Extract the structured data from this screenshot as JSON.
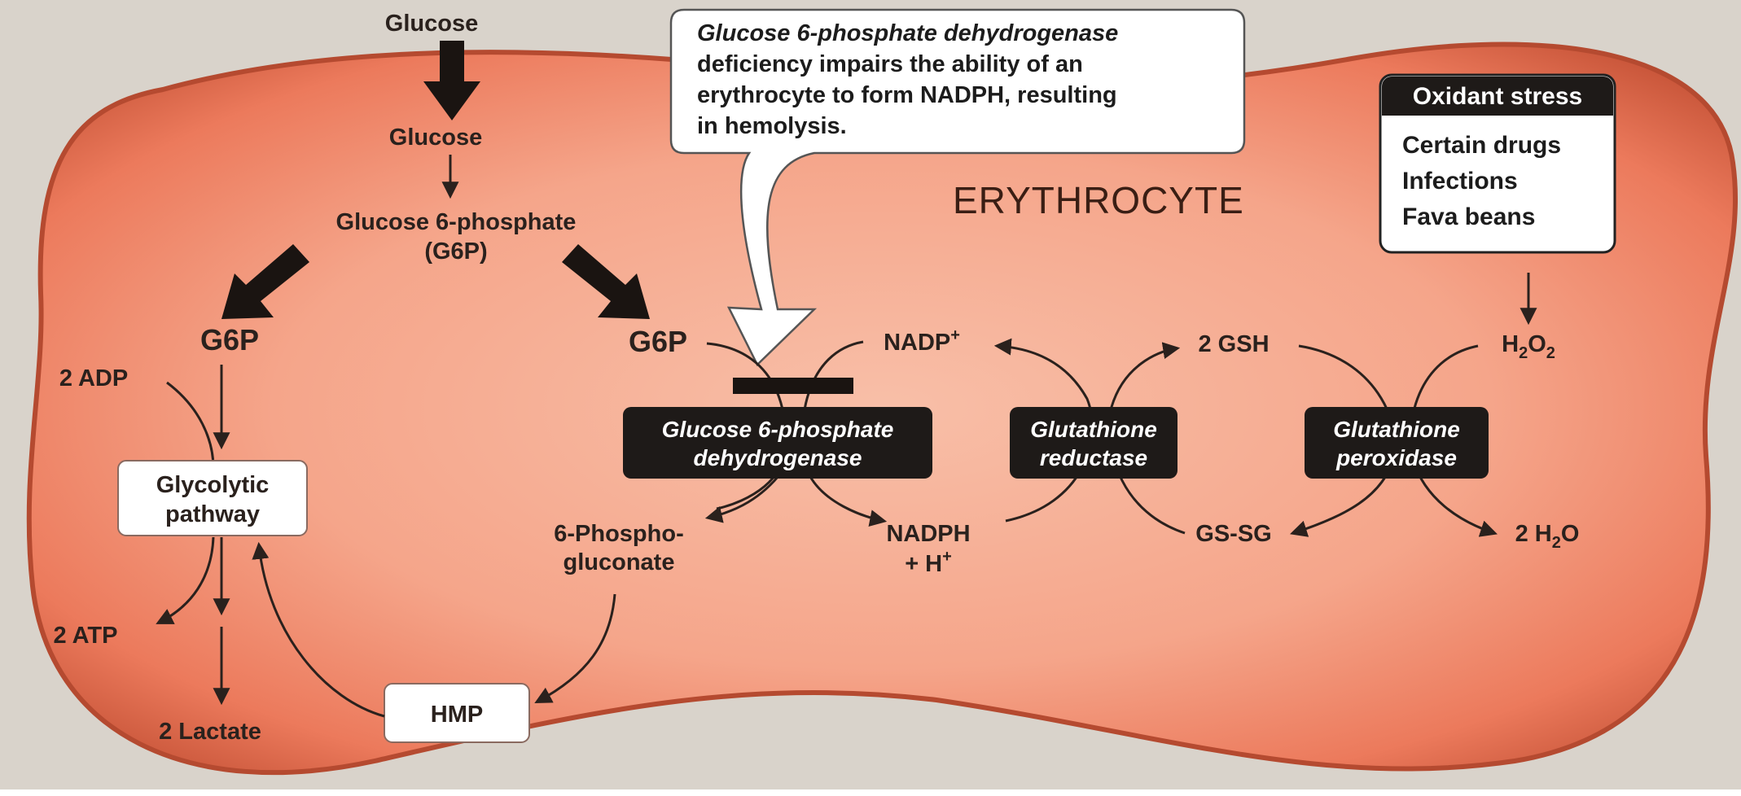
{
  "cell_label": "ERYTHROCYTE",
  "callout": {
    "line1_italic": "Glucose 6-phosphate dehydrogenase",
    "line2": "deficiency impairs the ability of an",
    "line3": "erythrocyte to form NADPH, resulting",
    "line4": "in hemolysis."
  },
  "oxidant_stress": {
    "header": "Oxidant stress",
    "items": [
      "Certain drugs",
      "Infections",
      "Fava beans"
    ]
  },
  "nodes": {
    "glucose_outside": "Glucose",
    "glucose_inside": "Glucose",
    "g6p_full_1": "Glucose 6-phosphate",
    "g6p_full_2": "(G6P)",
    "g6p_left": "G6P",
    "g6p_right": "G6P",
    "adp": "2 ADP",
    "atp": "2 ATP",
    "lactate": "2 Lactate",
    "glycolytic_1": "Glycolytic",
    "glycolytic_2": "pathway",
    "hmp": "HMP",
    "phosphogluconate_1": "6-Phospho-",
    "phosphogluconate_2": "gluconate",
    "nadp": "NADP",
    "nadp_sup": "+",
    "nadph_1": "NADPH",
    "nadph_2": "+ H",
    "nadph_sup": "+",
    "gsh": "2 GSH",
    "gssg": "GS-SG",
    "h2o2_h": "H",
    "h2o2_sub1": "2",
    "h2o2_o": "O",
    "h2o2_sub2": "2",
    "water_pre": "2 H",
    "water_sub": "2",
    "water_o": "O"
  },
  "enzymes": {
    "g6pd_1": "Glucose 6-phosphate",
    "g6pd_2": "dehydrogenase",
    "gr_1": "Glutathione",
    "gr_2": "reductase",
    "gpx_1": "Glutathione",
    "gpx_2": "peroxidase"
  },
  "colors": {
    "background": "#d9d3cb",
    "cell_fill": "#f08466",
    "cell_edge": "#a8432b",
    "enzyme_box": "#1e1a18",
    "arrow": "#2a211d"
  }
}
